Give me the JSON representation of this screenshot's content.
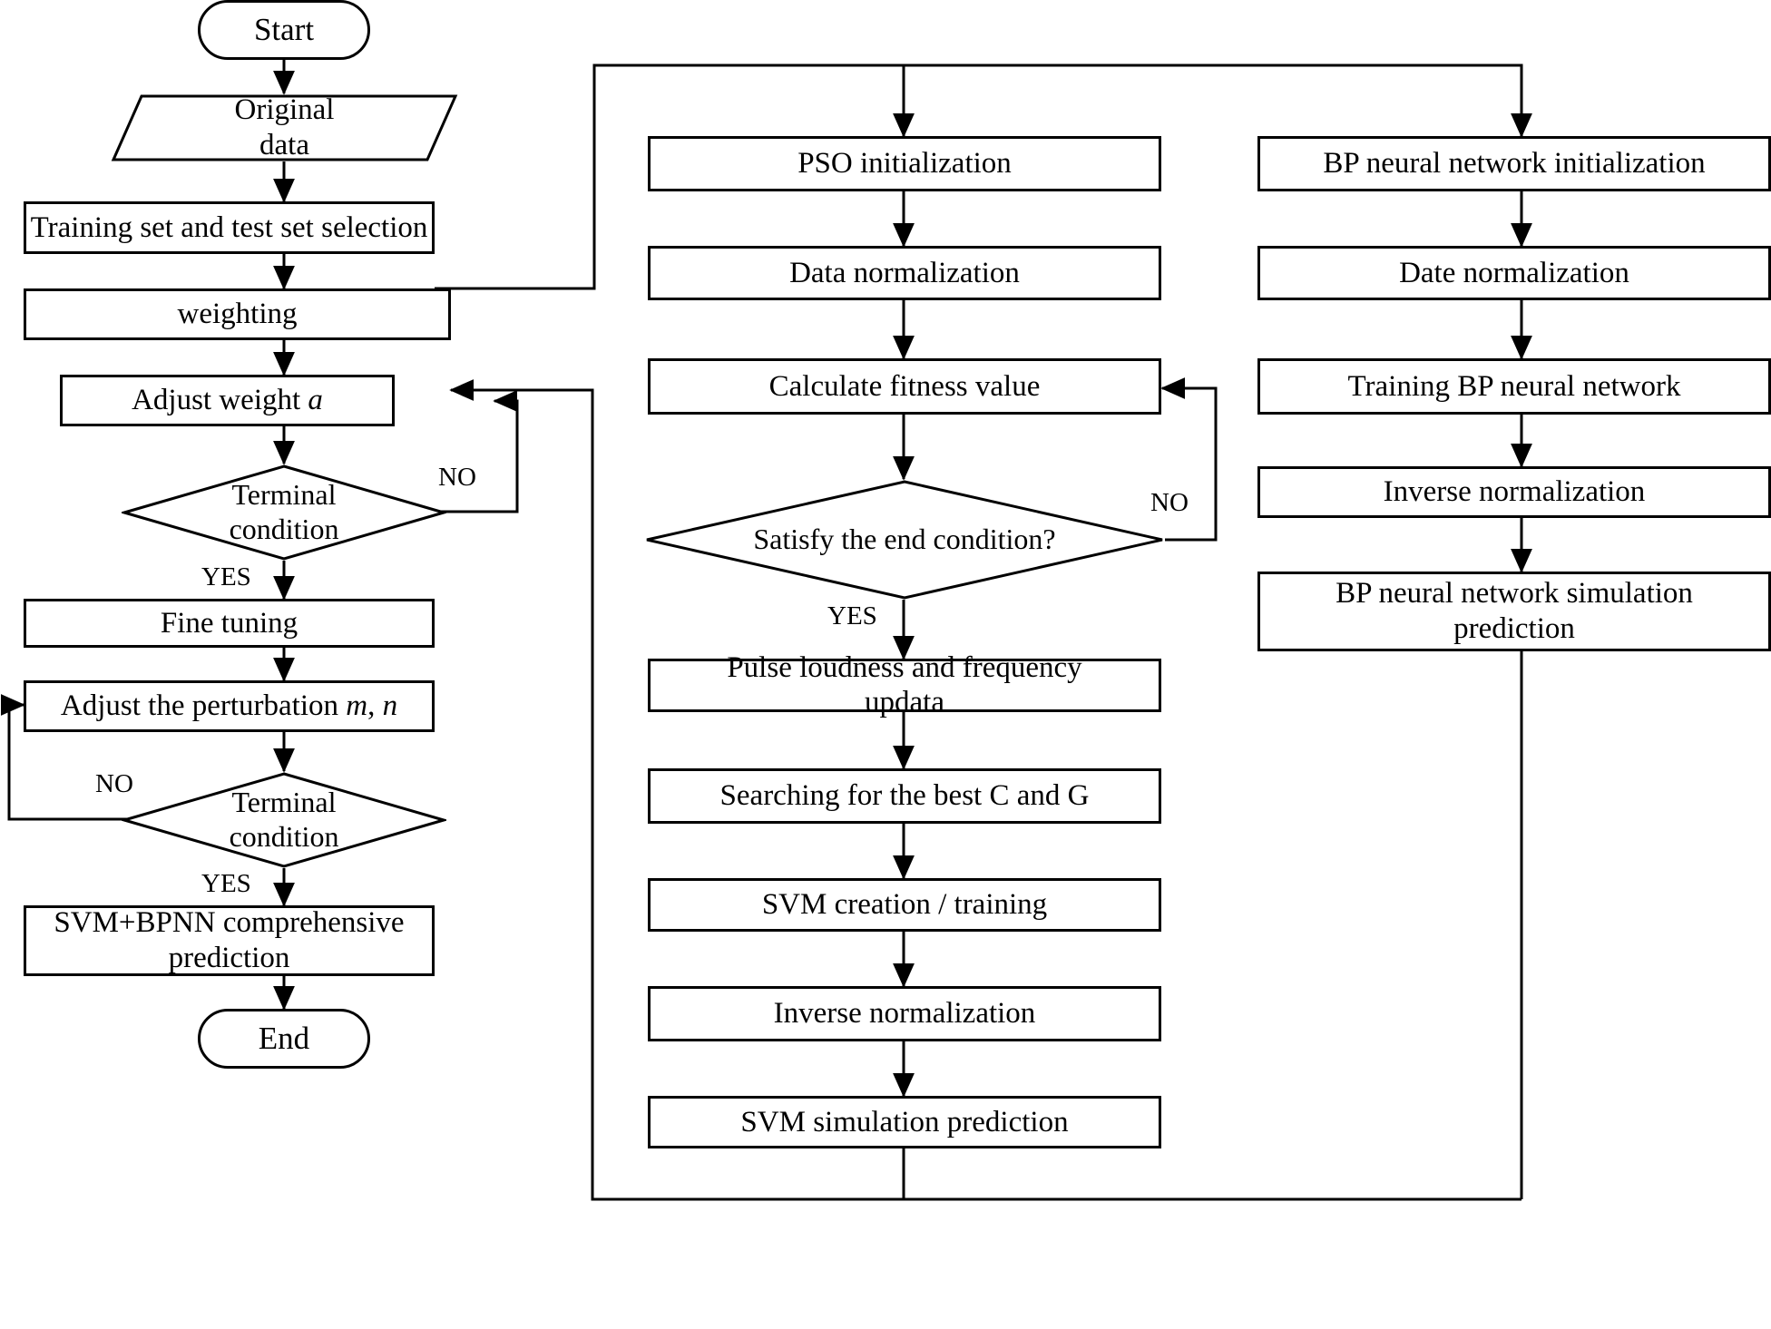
{
  "diagram": {
    "title": "SVM+BPNN comprehensive prediction flowchart",
    "line_color": "#000000",
    "background": "#ffffff"
  },
  "left_column": {
    "start": "Start",
    "original_data": "Original\ndata",
    "training_test_selection": "Training set and test set selection",
    "weighting": "weighting",
    "adjust_weight_prefix": "Adjust weight ",
    "adjust_weight_var": "a",
    "terminal_condition_1": "Terminal\ncondition",
    "fine_tuning": "Fine tuning",
    "adjust_perturbation_prefix": "Adjust the perturbation ",
    "adjust_perturbation_var1": "m",
    "adjust_perturbation_sep": ", ",
    "adjust_perturbation_var2": "n",
    "terminal_condition_2": "Terminal\ncondition",
    "comprehensive_prediction": "SVM+BPNN comprehensive\nprediction",
    "end": "End"
  },
  "middle_column": {
    "pso_initialization": "PSO initialization",
    "data_normalization": "Data normalization",
    "calculate_fitness": "Calculate fitness value",
    "satisfy_end_condition": "Satisfy the end condition?",
    "pulse_loudness": "Pulse loudness and frequency\nupdata",
    "searching_best": "Searching for the best C and G",
    "svm_creation": "SVM creation / training",
    "inverse_normalization": "Inverse normalization",
    "svm_simulation": "SVM simulation prediction"
  },
  "right_column": {
    "bp_initialization": "BP neural network initialization",
    "date_normalization": "Date normalization",
    "training_bp": "Training BP neural network",
    "inverse_normalization": "Inverse normalization",
    "bp_simulation": "BP neural network simulation\nprediction"
  },
  "edge_labels": {
    "no_1": "NO",
    "yes_1": "YES",
    "no_2": "NO",
    "yes_2": "YES",
    "no_middle": "NO",
    "yes_middle": "YES",
    "no_right": "NO"
  }
}
